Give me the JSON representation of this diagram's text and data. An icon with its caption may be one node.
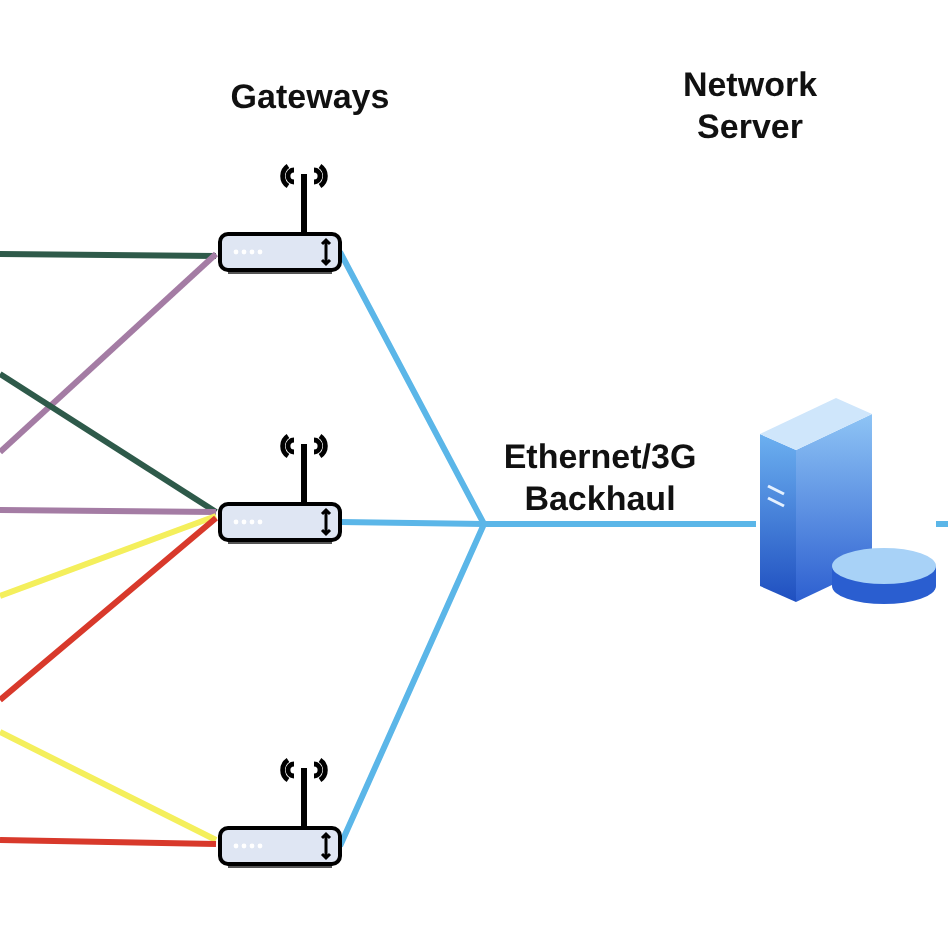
{
  "diagram": {
    "nodes": [
      {
        "text": [],
        "shape": "router"
      },
      {
        "text": [],
        "shape": "router"
      },
      {
        "text": [],
        "shape": "router"
      },
      {
        "text": [],
        "shape": "server"
      }
    ],
    "edges": [
      {
        "from": null,
        "to": 0,
        "arrow": "none",
        "color": "#2e5a4a"
      },
      {
        "from": null,
        "to": 0,
        "arrow": "none",
        "color": "#a47ca4"
      },
      {
        "from": null,
        "to": 1,
        "arrow": "none",
        "color": "#2e5a4a"
      },
      {
        "from": null,
        "to": 1,
        "arrow": "none",
        "color": "#a47ca4"
      },
      {
        "from": null,
        "to": 1,
        "arrow": "none",
        "color": "#f4ef5c"
      },
      {
        "from": null,
        "to": 1,
        "arrow": "none",
        "color": "#d8392b"
      },
      {
        "from": null,
        "to": 2,
        "arrow": "none",
        "color": "#f4ef5c"
      },
      {
        "from": null,
        "to": 2,
        "arrow": "none",
        "color": "#d8392b"
      },
      {
        "from": 0,
        "to": 3,
        "arrow": "none",
        "color": "#5bb6e8"
      },
      {
        "from": 1,
        "to": 3,
        "label": "Ethernet/3G Backhaul",
        "arrow": "none",
        "color": "#5bb6e8"
      },
      {
        "from": 2,
        "to": 3,
        "arrow": "none",
        "color": "#5bb6e8"
      },
      {
        "from": 3,
        "to": null,
        "arrow": "none",
        "color": "#5bb6e8"
      }
    ],
    "labels": [
      "Gateways",
      "Network Server"
    ]
  }
}
